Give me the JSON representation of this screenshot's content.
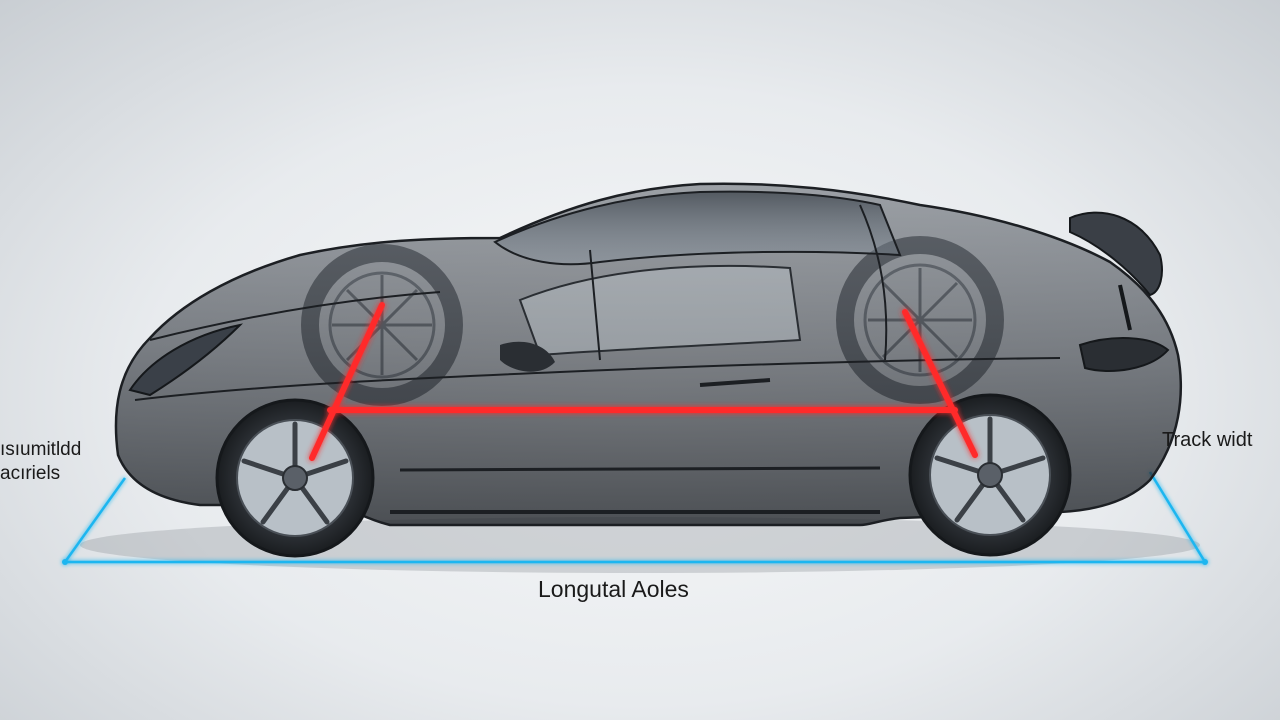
{
  "labels": {
    "left_line1": "ısıumitldd",
    "left_line2": "acıriels",
    "right": "Track widt",
    "bottom": "Longutal Aoles"
  },
  "colors": {
    "axle_red": "#ff2a2a",
    "track_blue": "#1fb6f0",
    "body_dark": "#2c3036",
    "background": "#e9ecef"
  }
}
